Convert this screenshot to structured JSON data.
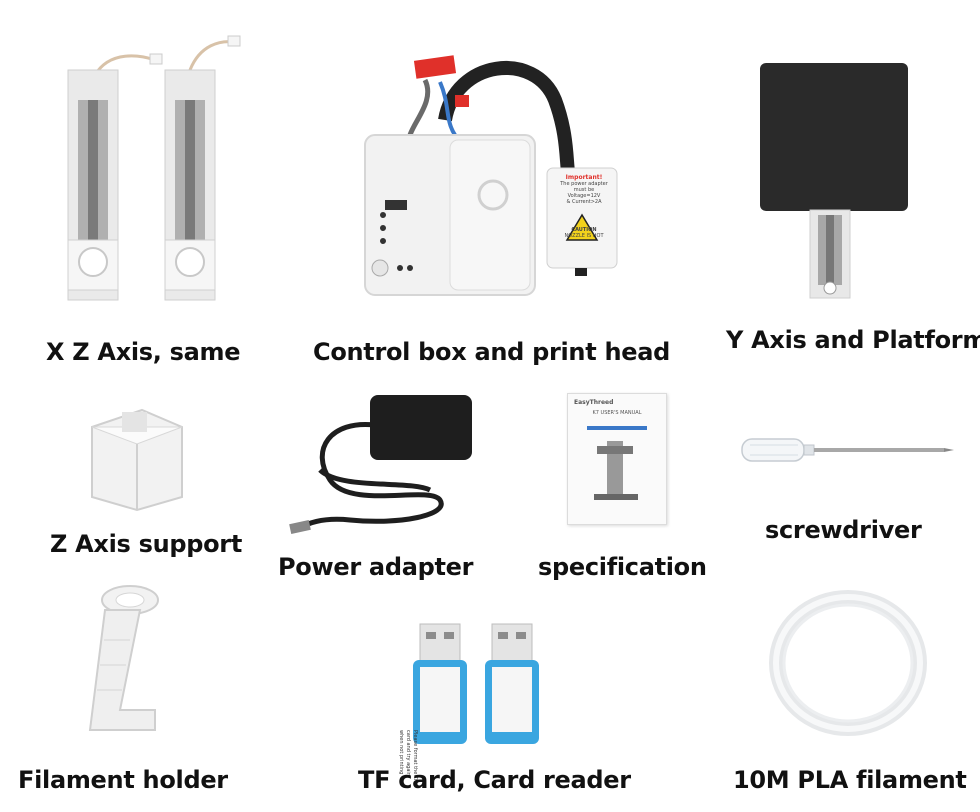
{
  "labels": {
    "xz_axis": "X  Z Axis, same",
    "control_box": "Control box and print head",
    "y_axis": "Y Axis and Platform",
    "z_support": "Z Axis support",
    "power_adapter": "Power adapter",
    "specification": "specification",
    "screwdriver": "screwdriver",
    "filament_holder": "Filament holder",
    "tf_card": "TF card, Card reader",
    "pla_filament": "10M PLA filament"
  },
  "printed_text": {
    "warning_title": "Important!",
    "warning_sub": "The power adapter must be",
    "voltage": "Voltage=12V",
    "current": "& Current>2A",
    "caution": "CAUTION",
    "caution_sub": "NOZZLE IS HOT",
    "spec_brand": "EasyThreed",
    "spec_line": "K7 USER'S MANUAL",
    "card_text_1": "Please format the TF",
    "card_text_2": "card and try again",
    "card_text_3": "when not printing"
  },
  "colors": {
    "label_text": "#111111",
    "white_part": "#f2f2f2",
    "rail_gray": "#9a9a9a",
    "platform": "#2a2a2a",
    "adapter": "#1e1e1e",
    "card_reader": "#3aa6e0",
    "warning_yellow": "#f2d21c",
    "red_connector": "#e0302a"
  }
}
